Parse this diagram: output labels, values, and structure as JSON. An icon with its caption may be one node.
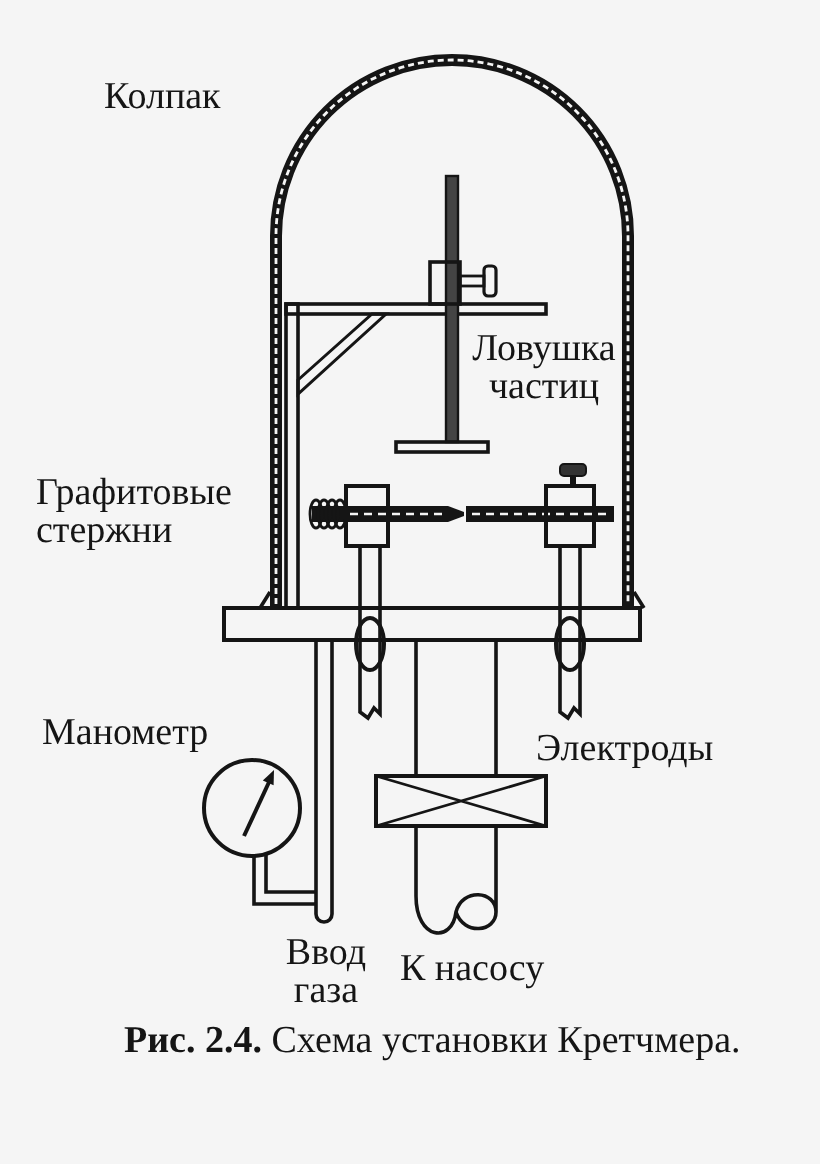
{
  "diagram": {
    "caption": "**Рис. 2.4.** Схема установки Кретчмера.",
    "labels": [
      "Колпак",
      "Ловушка частиц",
      "Графитовые стержни",
      "Манометр",
      "Электроды",
      "Ввод газа",
      "К насосу"
    ]
  }
}
